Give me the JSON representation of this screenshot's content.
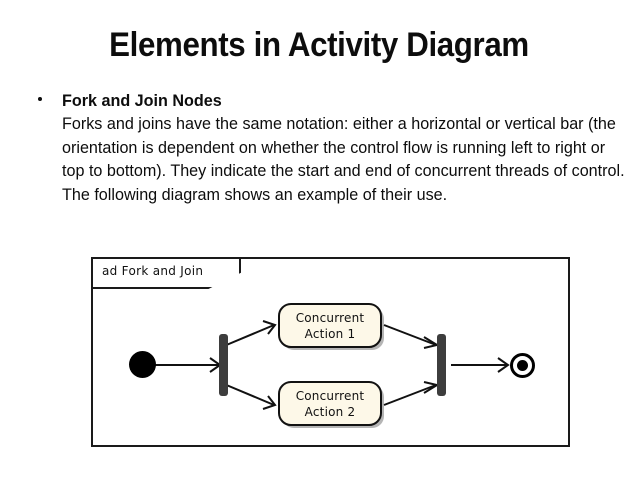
{
  "slide": {
    "title": "Elements in Activity Diagram",
    "background_color": "#ffffff",
    "text_color": "#0d0d0d"
  },
  "body": {
    "bullet_marker": "•",
    "heading": "Fork and Join Nodes",
    "paragraph": "Forks and joins have the same notation: either a horizontal or vertical bar (the orientation is dependent on whether the control flow is running left to right or top to bottom). They indicate the start and end of concurrent threads of control. The following diagram shows an example of their use."
  },
  "diagram": {
    "frame_label": "ad Fork and Join",
    "frame_border_color": "#1a1a1a",
    "colors": {
      "bar_fill": "#3d3d3d",
      "action_fill": "#fdf8e8",
      "action_border": "#121212",
      "node_fill": "#000000",
      "edge_color": "#111111"
    },
    "nodes": [
      {
        "id": "initial",
        "type": "initial-node",
        "label": ""
      },
      {
        "id": "fork",
        "type": "fork-bar",
        "label": ""
      },
      {
        "id": "action1",
        "type": "action",
        "label_line1": "Concurrent",
        "label_line2": "Action 1"
      },
      {
        "id": "action2",
        "type": "action",
        "label_line1": "Concurrent",
        "label_line2": "Action 2"
      },
      {
        "id": "join",
        "type": "join-bar",
        "label": ""
      },
      {
        "id": "final",
        "type": "activity-final-node",
        "label": ""
      }
    ],
    "edges": [
      {
        "from": "initial",
        "to": "fork"
      },
      {
        "from": "fork",
        "to": "action1"
      },
      {
        "from": "fork",
        "to": "action2"
      },
      {
        "from": "action1",
        "to": "join"
      },
      {
        "from": "action2",
        "to": "join"
      },
      {
        "from": "join",
        "to": "final"
      }
    ]
  }
}
